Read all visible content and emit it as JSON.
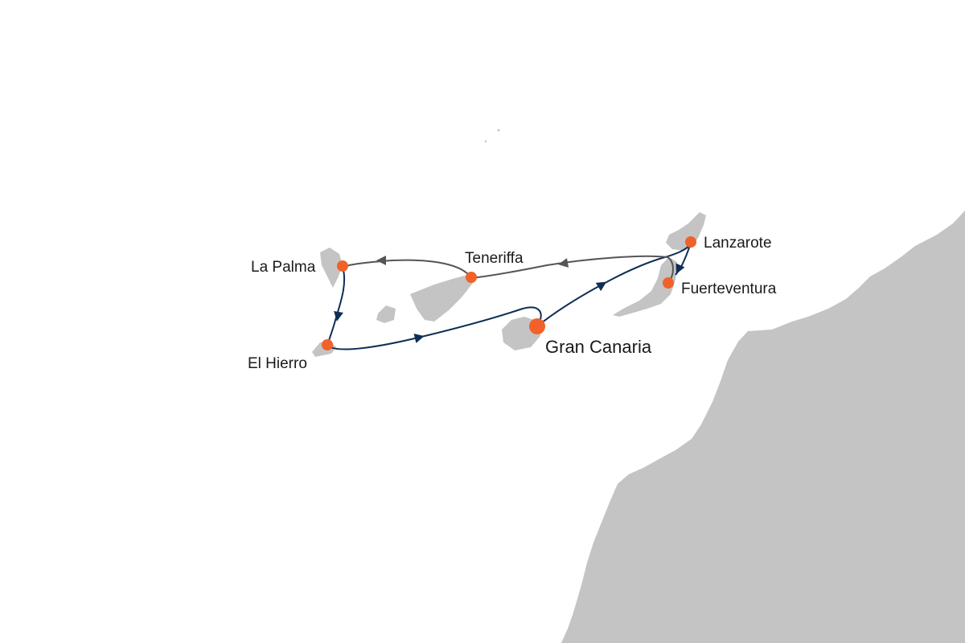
{
  "colors": {
    "land": "#c4c4c4",
    "port_marker": "#f06229",
    "route_primary": "#0f2e55",
    "route_secondary": "#555555",
    "label_text": "#1a1a1a"
  },
  "ports": [
    {
      "id": "lanzarote",
      "name": "Lanzarote"
    },
    {
      "id": "fuerteventura",
      "name": "Fuerteventura"
    },
    {
      "id": "teneriffa",
      "name": "Teneriffa"
    },
    {
      "id": "la-palma",
      "name": "La Palma"
    },
    {
      "id": "el-hierro",
      "name": "El Hierro"
    },
    {
      "id": "gran-canaria",
      "name": "Gran Canaria",
      "is_home_port": true
    }
  ]
}
